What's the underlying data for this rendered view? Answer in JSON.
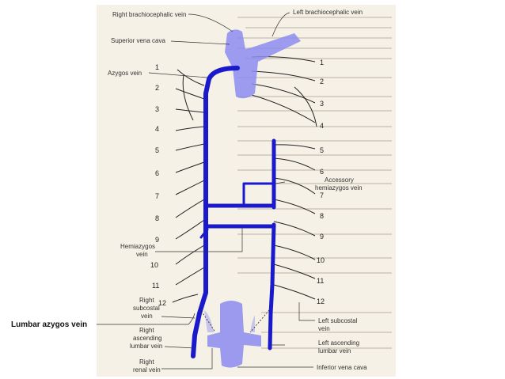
{
  "labels": {
    "right_brachiocephalic": "Right brachiocephalic vein",
    "left_brachiocephalic": "Left brachiocephalic vein",
    "superior_vena_cava": "Superior vena cava",
    "azygos": "Azygos vein",
    "accessory_1": "Accessory",
    "accessory_2": "hemiazygos vein",
    "hemiazygos_1": "Hemiazygos",
    "hemiazygos_2": "vein",
    "right_subcostal_1": "Right",
    "right_subcostal_2": "subcostal",
    "right_subcostal_3": "vein",
    "left_subcostal_1": "Left subcostal",
    "left_subcostal_2": "vein",
    "right_ascending_1": "Right",
    "right_ascending_2": "ascending",
    "right_ascending_3": "lumbar vein",
    "left_ascending_1": "Left ascending",
    "left_ascending_2": "lumbar vein",
    "right_renal_1": "Right",
    "right_renal_2": "renal vein",
    "inferior_vena_cava": "Inferior vena cava",
    "lumbar_azygos": "Lumbar azygos vein"
  },
  "numbers": {
    "left": [
      "1",
      "2",
      "3",
      "4",
      "5",
      "6",
      "7",
      "8",
      "9",
      "10",
      "11",
      "12"
    ],
    "right": [
      "1",
      "2",
      "3",
      "4",
      "5",
      "6",
      "7",
      "8",
      "9",
      "10",
      "11",
      "12"
    ]
  },
  "colors": {
    "vein_dark": "#1a1acc",
    "vein_light": "#8c8cf0",
    "scan_bg": "#f6f1e6"
  }
}
